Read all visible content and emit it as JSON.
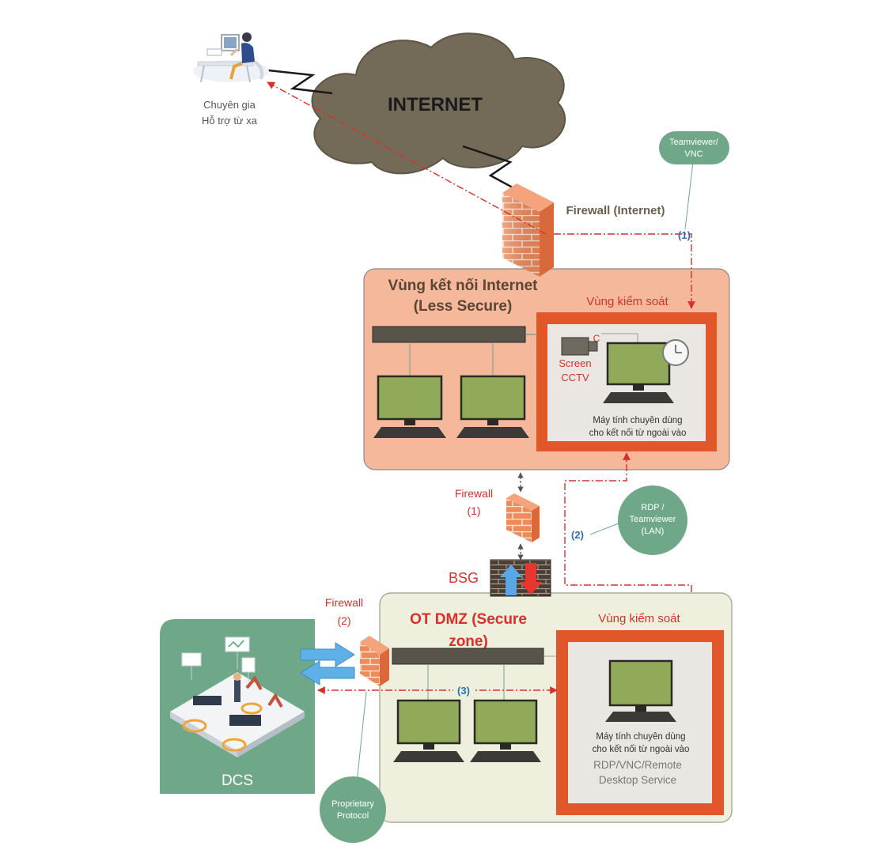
{
  "expert": {
    "line1": "Chuyên gia",
    "line2": "Hỗ trợ từ xa"
  },
  "internet": {
    "label": "INTERNET"
  },
  "firewall_internet": {
    "label": "Firewall (Internet)"
  },
  "bubble_teamviewer": {
    "line1": "Teamviewer/",
    "line2": "VNC"
  },
  "step1": {
    "label": "(1)"
  },
  "less_secure_zone": {
    "line1": "Vùng kết nối Internet",
    "line2": "(Less Secure)"
  },
  "control_zone_top": {
    "label": "Vùng kiểm soát",
    "screen_line1": "Screen",
    "screen_line2": "CCTV",
    "camera_letter": "C",
    "pc_line1": "Máy tính chuyên dùng",
    "pc_line2": "cho kết nối từ ngoài vào"
  },
  "firewall1": {
    "line1": "Firewall",
    "line2": "(1)"
  },
  "bubble_rdp": {
    "line1": "RDP /",
    "line2": "Teamviewer",
    "line3": "(LAN)"
  },
  "step2": {
    "label": "(2)"
  },
  "bsg": {
    "label": "BSG"
  },
  "firewall2": {
    "line1": "Firewall",
    "line2": "(2)"
  },
  "ot_dmz": {
    "line1": "OT DMZ (Secure",
    "line2": "zone)"
  },
  "control_zone_bottom": {
    "label": "Vùng kiểm soát",
    "pc_line1": "Máy tính chuyên dùng",
    "pc_line2": "cho kết nối từ ngoài vào",
    "svc_line1": "RDP/VNC/Remote",
    "svc_line2": "Desktop Service"
  },
  "step3": {
    "label": "(3)"
  },
  "dcs": {
    "label": "DCS"
  },
  "bubble_proprietary": {
    "line1": "Proprietary",
    "line2": "Protocol"
  },
  "colors": {
    "red": "#d9302a",
    "orange": "#e06a2e",
    "salmon": "#f5b89b",
    "green_zone": "#eef0dd",
    "teal": "#6fa889",
    "blue": "#2e6db5",
    "cloud": "#736b58"
  }
}
